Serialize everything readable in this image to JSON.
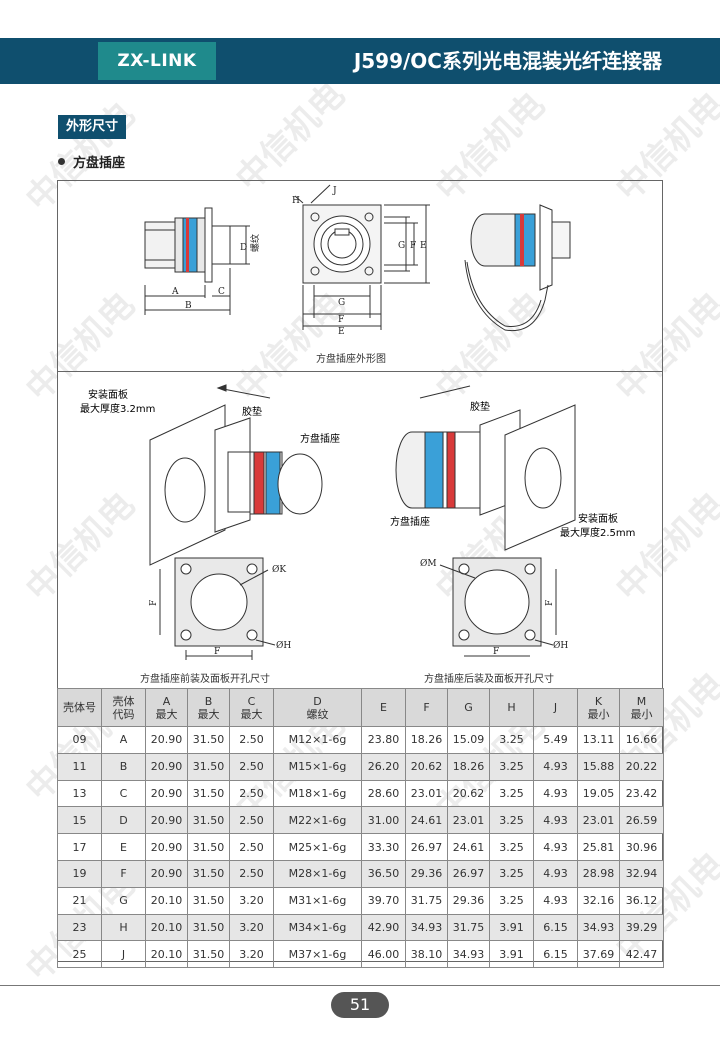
{
  "header": {
    "brand": "ZX-LINK",
    "title": "J599/OC系列光电混装光纤连接器"
  },
  "section": {
    "tab": "外形尺寸",
    "subsection": "方盘插座"
  },
  "drawing": {
    "label_a": "A",
    "label_b": "B",
    "label_c": "C",
    "label_d": "D",
    "label_thread": "螺纹",
    "label_e": "E",
    "label_f": "F",
    "label_g": "G",
    "label_h": "H",
    "label_j": "J",
    "label_k": "ØK",
    "label_oh": "ØH",
    "label_m": "ØM",
    "panel_front_1": "安装面板",
    "panel_front_2": "最大厚度3.2mm",
    "gasket": "胶垫",
    "receptacle": "方盘插座",
    "panel_rear_1": "安装面板",
    "panel_rear_2": "最大厚度2.5mm",
    "caption_outline": "方盘插座外形图",
    "caption_front": "方盘插座前装及面板开孔尺寸",
    "caption_rear": "方盘插座后装及面板开孔尺寸"
  },
  "table": {
    "headers": [
      [
        "壳体号",
        ""
      ],
      [
        "壳体",
        "代码"
      ],
      [
        "A",
        "最大"
      ],
      [
        "B",
        "最大"
      ],
      [
        "C",
        "最大"
      ],
      [
        "D",
        "螺纹"
      ],
      [
        "E",
        ""
      ],
      [
        "F",
        ""
      ],
      [
        "G",
        ""
      ],
      [
        "H",
        ""
      ],
      [
        "J",
        ""
      ],
      [
        "K",
        "最小"
      ],
      [
        "M",
        "最小"
      ]
    ],
    "rows": [
      [
        "09",
        "A",
        "20.90",
        "31.50",
        "2.50",
        "M12×1-6g",
        "23.80",
        "18.26",
        "15.09",
        "3.25",
        "5.49",
        "13.11",
        "16.66"
      ],
      [
        "11",
        "B",
        "20.90",
        "31.50",
        "2.50",
        "M15×1-6g",
        "26.20",
        "20.62",
        "18.26",
        "3.25",
        "4.93",
        "15.88",
        "20.22"
      ],
      [
        "13",
        "C",
        "20.90",
        "31.50",
        "2.50",
        "M18×1-6g",
        "28.60",
        "23.01",
        "20.62",
        "3.25",
        "4.93",
        "19.05",
        "23.42"
      ],
      [
        "15",
        "D",
        "20.90",
        "31.50",
        "2.50",
        "M22×1-6g",
        "31.00",
        "24.61",
        "23.01",
        "3.25",
        "4.93",
        "23.01",
        "26.59"
      ],
      [
        "17",
        "E",
        "20.90",
        "31.50",
        "2.50",
        "M25×1-6g",
        "33.30",
        "26.97",
        "24.61",
        "3.25",
        "4.93",
        "25.81",
        "30.96"
      ],
      [
        "19",
        "F",
        "20.90",
        "31.50",
        "2.50",
        "M28×1-6g",
        "36.50",
        "29.36",
        "26.97",
        "3.25",
        "4.93",
        "28.98",
        "32.94"
      ],
      [
        "21",
        "G",
        "20.10",
        "31.50",
        "3.20",
        "M31×1-6g",
        "39.70",
        "31.75",
        "29.36",
        "3.25",
        "4.93",
        "32.16",
        "36.12"
      ],
      [
        "23",
        "H",
        "20.10",
        "31.50",
        "3.20",
        "M34×1-6g",
        "42.90",
        "34.93",
        "31.75",
        "3.91",
        "6.15",
        "34.93",
        "39.29"
      ],
      [
        "25",
        "J",
        "20.10",
        "31.50",
        "3.20",
        "M37×1-6g",
        "46.00",
        "38.10",
        "34.93",
        "3.91",
        "6.15",
        "37.69",
        "42.47"
      ]
    ]
  },
  "watermark": "中信机电",
  "footer": {
    "page": "51"
  },
  "colors": {
    "header": "#0f4f6e",
    "brand": "#1f8a8c",
    "band_blue": "#3aa0d8",
    "band_red": "#d83a3a"
  }
}
